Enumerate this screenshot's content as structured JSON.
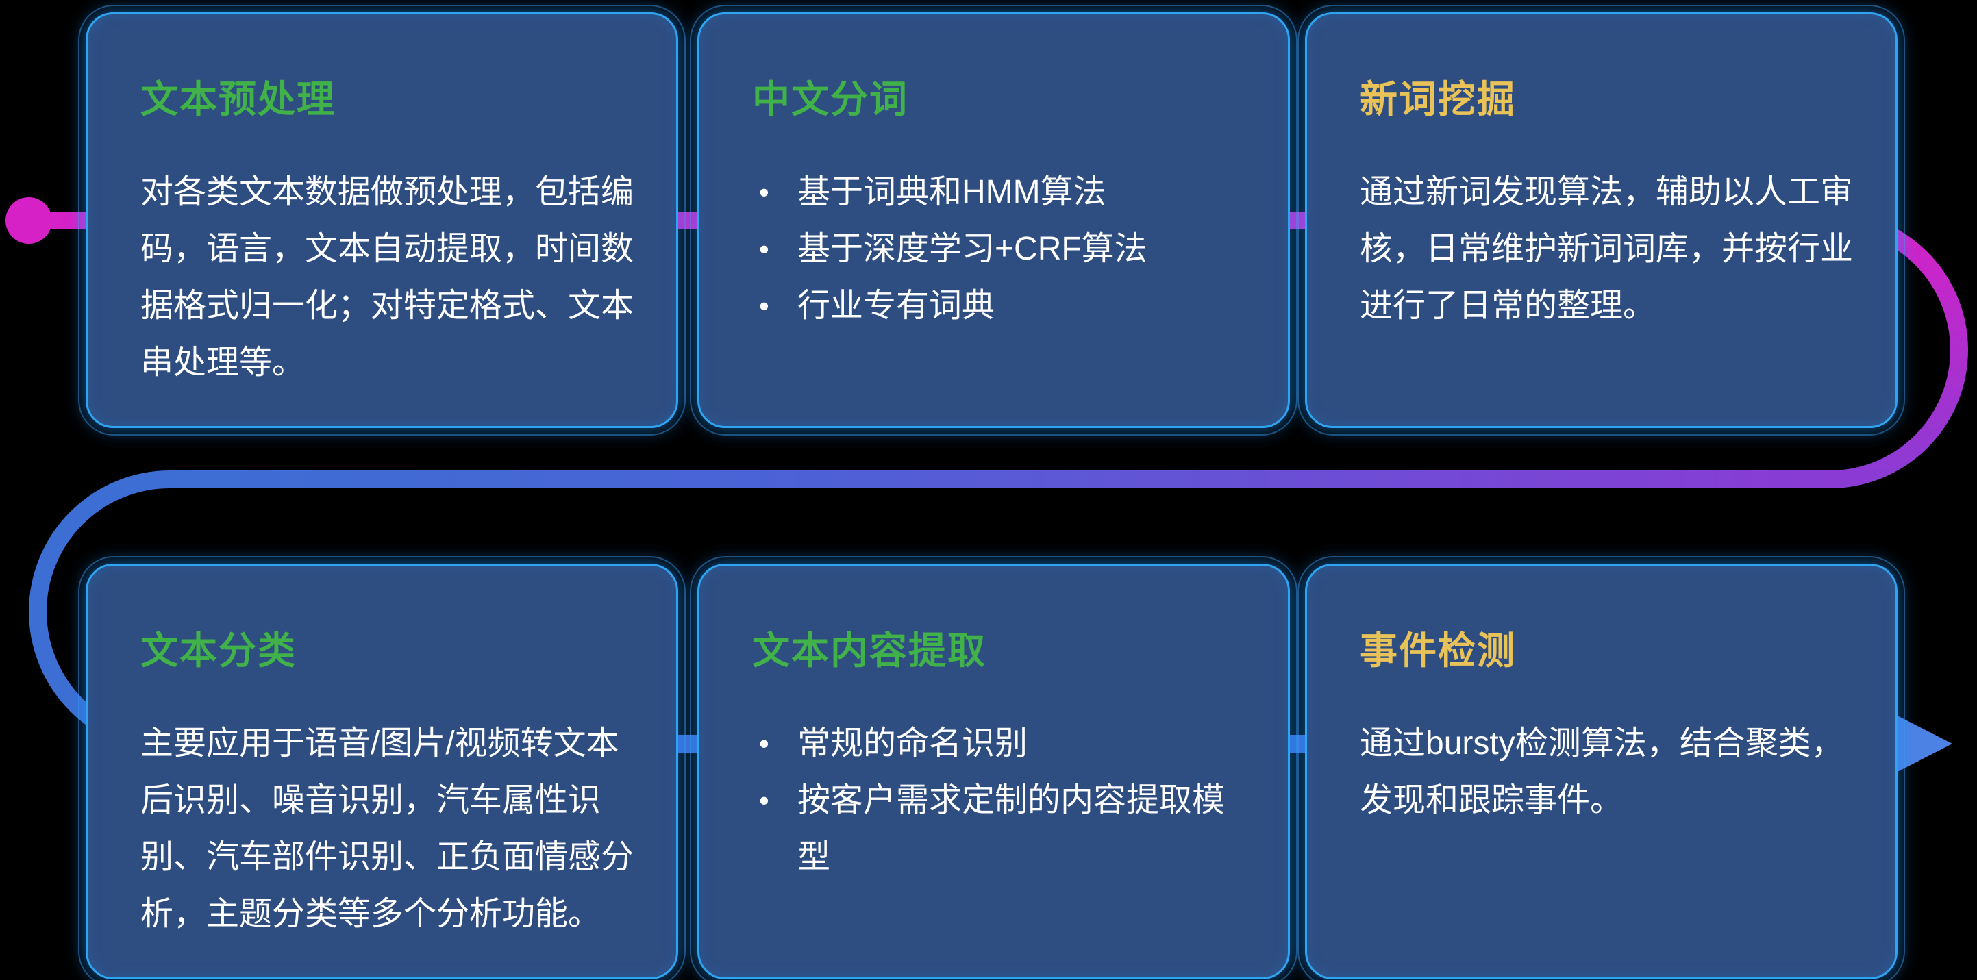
{
  "colors": {
    "background": "#000000",
    "card_bg": "#2e4d80",
    "card_border": "#2fa5f2",
    "title_green": "#41b14a",
    "title_yellow": "#e9c258",
    "body_text": "#ffffff",
    "flow_magenta": "#d621c7",
    "flow_purple": "#8a3bd4",
    "flow_blue": "#3d6ed3",
    "flow_arrow": "#4c82e4"
  },
  "cards": [
    {
      "title": "文本预处理",
      "title_color": "green",
      "type": "paragraph",
      "body": "对各类文本数据做预处理，包括编码，语言，文本自动提取，时间数据格式归一化；对特定格式、文本串处理等。"
    },
    {
      "title": "中文分词",
      "title_color": "green",
      "type": "bullets",
      "bullets": [
        "基于词典和HMM算法",
        "基于深度学习+CRF算法",
        "行业专有词典"
      ]
    },
    {
      "title": "新词挖掘",
      "title_color": "yellow",
      "type": "paragraph",
      "body": "通过新词发现算法，辅助以人工审核，日常维护新词词库，并按行业进行了日常的整理。"
    },
    {
      "title": "文本分类",
      "title_color": "green",
      "type": "paragraph",
      "body": "主要应用于语音/图片/视频转文本后识别、噪音识别，汽车属性识别、汽车部件识别、正负面情感分析，主题分类等多个分析功能。"
    },
    {
      "title": "文本内容提取",
      "title_color": "green",
      "type": "bullets",
      "bullets": [
        "常规的命名识别",
        "按客户需求定制的内容提取模型"
      ]
    },
    {
      "title": "事件检测",
      "title_color": "yellow",
      "type": "paragraph",
      "body": "通过bursty检测算法，结合聚类，发现和跟踪事件。"
    }
  ]
}
